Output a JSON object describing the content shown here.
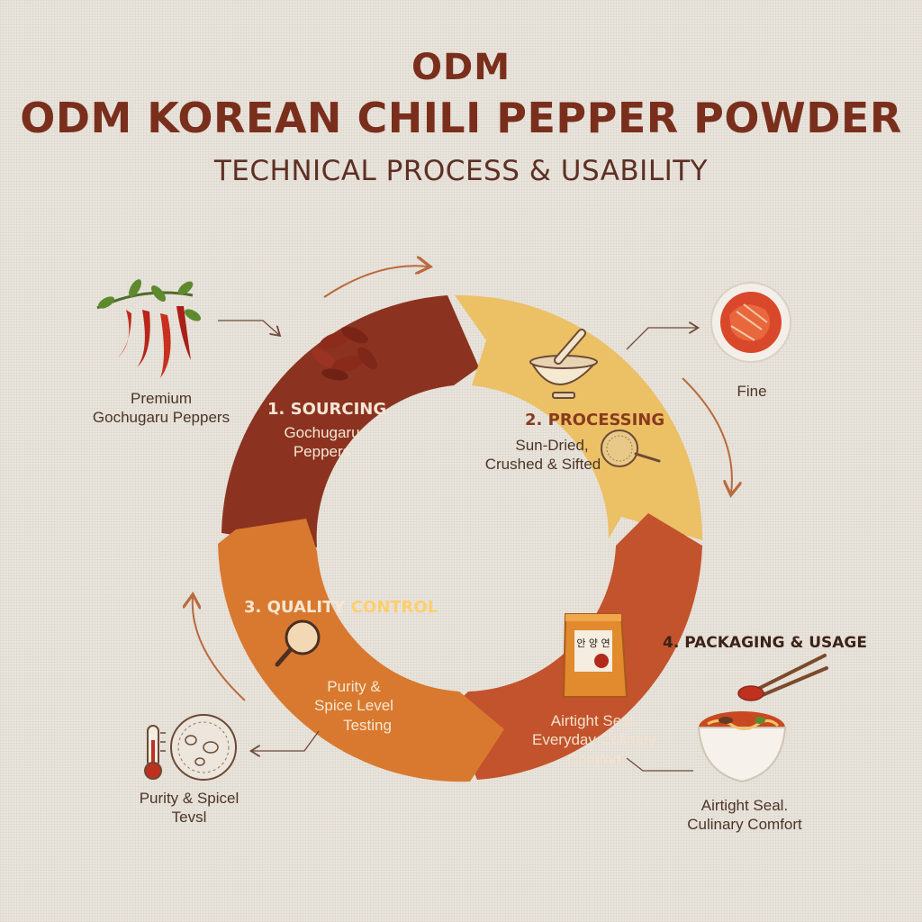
{
  "header": {
    "brand": "ODM",
    "title": "ODM KOREAN CHILI PEPPER POWDER",
    "subtitle": "TECHNICAL PROCESS & USABILITY"
  },
  "steps": [
    {
      "title": "1. SOURCING",
      "desc": "Gochugaru Peppers",
      "color": "#8b3320"
    },
    {
      "title": "2. PROCESSING",
      "desc_line1": "Sun-Dried,",
      "desc_line2": "Crushed & Sifted",
      "color": "#ecc065"
    },
    {
      "title": "3. QUALITY",
      "title_accent": "CONTROL",
      "desc_line1": "Purity &",
      "desc_line2": "Spice Level",
      "desc_line3": "Testing",
      "color": "#d8792f"
    },
    {
      "title": "4. PACKAGING & USAGE",
      "desc_line1": "Airtight Seal.",
      "desc_line2": "Everyday Culinary Comfort",
      "color": "#c2532c"
    }
  ],
  "side_labels": {
    "peppers_line1": "Premium",
    "peppers_line2": "Gochugaru Peppers",
    "kimchi": "Fine",
    "thermo_line1": "Purity & Spicel",
    "thermo_line2": "Tevsl",
    "ramen_line1": "Airtight Seal.",
    "ramen_line2": "Culinary Comfort"
  },
  "package_text": "안 양 연",
  "icons": [
    "chili-peppers-icon",
    "kimchi-bowl-icon",
    "mortar-pestle-icon",
    "sieve-icon",
    "magnifier-icon",
    "thermometer-icon",
    "petri-dish-icon",
    "package-icon",
    "ramen-bowl-icon",
    "chopsticks-icon",
    "dried-peppers-icon"
  ]
}
